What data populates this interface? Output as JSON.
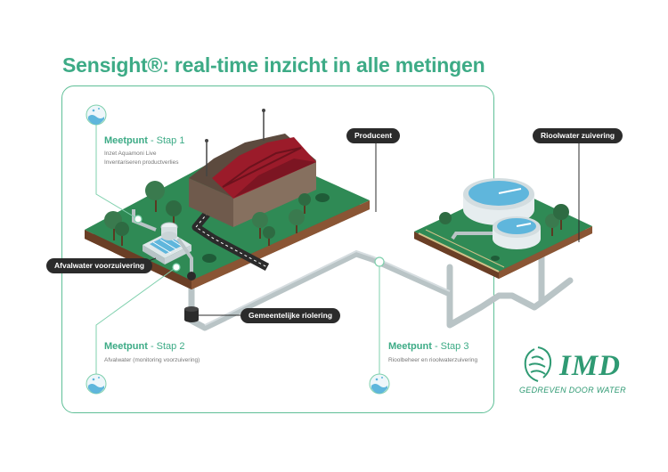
{
  "title": "Sensight®: real-time inzicht in alle metingen",
  "labels": {
    "producent": "Producent",
    "rioolwater": "Rioolwater zuivering",
    "afvalwater": "Afvalwater voorzuivering",
    "riolering": "Gemeentelijke riolering"
  },
  "meetpunten": [
    {
      "strong": "Meetpunt",
      "stap": " - Stap 1",
      "desc1": "Inzet Aquamoni Live",
      "desc2": "Inventariseren productverlies"
    },
    {
      "strong": "Meetpunt",
      "stap": " - Stap 2",
      "desc1": "Afvalwater (monitoring voorzuivering)"
    },
    {
      "strong": "Meetpunt",
      "stap": " - Stap 3",
      "desc1": "Rioolbeheer en rioolwaterzuivering"
    }
  ],
  "logo": {
    "name": "IMD",
    "tagline": "GEDREVEN DOOR WATER"
  },
  "colors": {
    "accent": "#3dab86",
    "grass": "#2f8a55",
    "soil": "#7a4a2e",
    "roof": "#9b1b2a",
    "pipe": "#b9c4c6",
    "water": "#5fb6dc"
  }
}
